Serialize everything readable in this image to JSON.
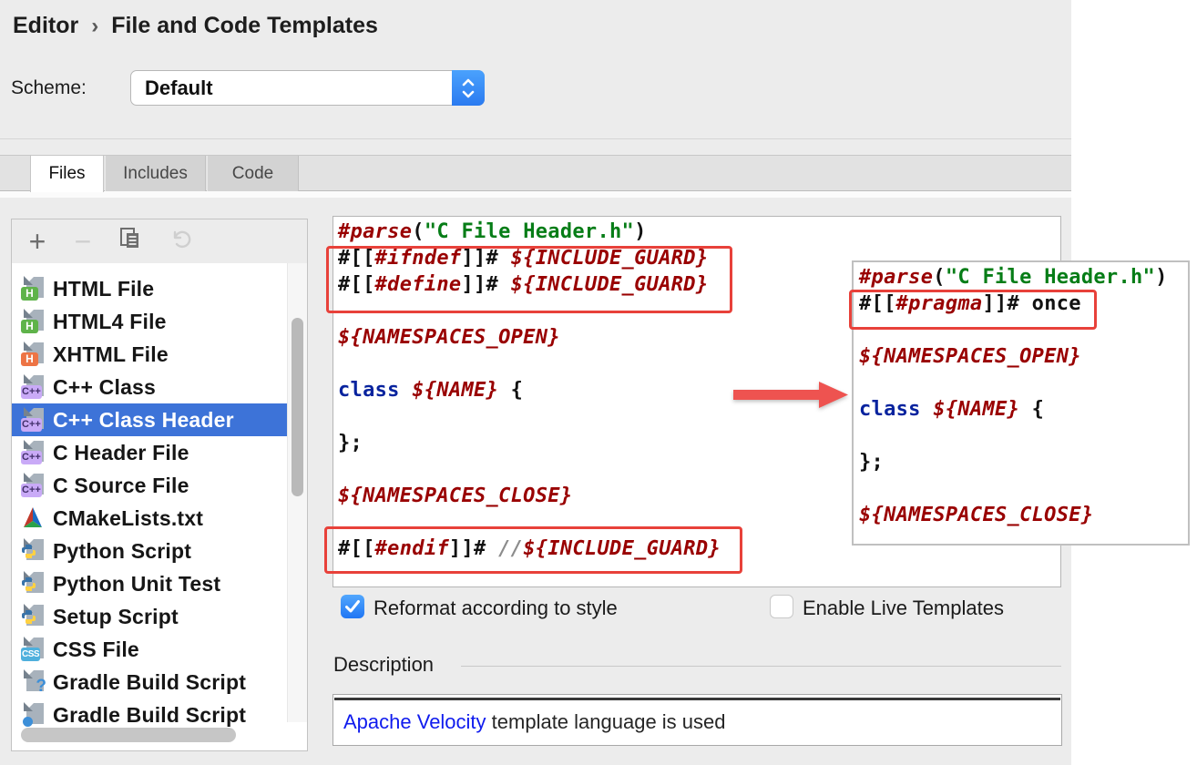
{
  "header": {
    "breadcrumb": [
      "Editor",
      "File and Code Templates"
    ],
    "separator": "›"
  },
  "scheme": {
    "label": "Scheme:",
    "value": "Default"
  },
  "tabs": [
    {
      "label": "Files",
      "active": true
    },
    {
      "label": "Includes",
      "active": false
    },
    {
      "label": "Code",
      "active": false
    }
  ],
  "toolbar": {
    "add_glyph": "+",
    "remove_glyph": "−"
  },
  "sidebar": {
    "items": [
      {
        "label": "HTML File",
        "icon": "html",
        "badge": "H",
        "selected": false
      },
      {
        "label": "HTML4 File",
        "icon": "html",
        "badge": "H",
        "selected": false
      },
      {
        "label": "XHTML File",
        "icon": "xhtml",
        "badge": "H",
        "selected": false
      },
      {
        "label": "C++ Class",
        "icon": "cpp",
        "badge": "C++",
        "selected": false
      },
      {
        "label": "C++ Class Header",
        "icon": "cpp",
        "badge": "C++",
        "selected": true
      },
      {
        "label": "C Header File",
        "icon": "cpp",
        "badge": "C++",
        "selected": false
      },
      {
        "label": "C Source File",
        "icon": "cpp",
        "badge": "C++",
        "selected": false
      },
      {
        "label": "CMakeLists.txt",
        "icon": "cmake",
        "badge": "",
        "selected": false
      },
      {
        "label": "Python Script",
        "icon": "python",
        "badge": "",
        "selected": false
      },
      {
        "label": "Python Unit Test",
        "icon": "python",
        "badge": "",
        "selected": false
      },
      {
        "label": "Setup Script",
        "icon": "python",
        "badge": "",
        "selected": false
      },
      {
        "label": "CSS File",
        "icon": "css",
        "badge": "CSS",
        "selected": false
      },
      {
        "label": "Gradle Build Script",
        "icon": "gradle-q",
        "badge": "?",
        "selected": false
      },
      {
        "label": "Gradle Build Script",
        "icon": "gradle-o",
        "badge": "",
        "selected": false
      }
    ]
  },
  "editor": {
    "lines": [
      [
        [
          "dir",
          "#parse"
        ],
        [
          "pl",
          "("
        ],
        [
          "str",
          "\"C File Header.h\""
        ],
        [
          "pl",
          ")"
        ]
      ],
      [
        [
          "pl",
          "#[["
        ],
        [
          "dir",
          "#ifndef"
        ],
        [
          "pl",
          "]]# "
        ],
        [
          "var",
          "${INCLUDE_GUARD}"
        ]
      ],
      [
        [
          "pl",
          "#[["
        ],
        [
          "dir",
          "#define"
        ],
        [
          "pl",
          "]]# "
        ],
        [
          "var",
          "${INCLUDE_GUARD}"
        ]
      ],
      [],
      [
        [
          "var",
          "${NAMESPACES_OPEN}"
        ]
      ],
      [],
      [
        [
          "kw",
          "class"
        ],
        [
          "pl",
          " "
        ],
        [
          "var",
          "${NAME}"
        ],
        [
          "pl",
          " {"
        ]
      ],
      [],
      [
        [
          "pl",
          "};"
        ]
      ],
      [],
      [
        [
          "var",
          "${NAMESPACES_CLOSE}"
        ]
      ],
      [],
      [
        [
          "pl",
          "#[["
        ],
        [
          "dir",
          "#endif"
        ],
        [
          "pl",
          "]]# "
        ],
        [
          "com",
          "//"
        ],
        [
          "var",
          "${INCLUDE_GUARD}"
        ]
      ]
    ]
  },
  "preview": {
    "lines": [
      [
        [
          "dir",
          "#parse"
        ],
        [
          "pl",
          "("
        ],
        [
          "str",
          "\"C File Header.h\""
        ],
        [
          "pl",
          ")"
        ]
      ],
      [
        [
          "pl",
          "#[["
        ],
        [
          "dir",
          "#pragma"
        ],
        [
          "pl",
          "]]# once"
        ]
      ],
      [],
      [
        [
          "var",
          "${NAMESPACES_OPEN}"
        ]
      ],
      [],
      [
        [
          "kw",
          "class"
        ],
        [
          "pl",
          " "
        ],
        [
          "var",
          "${NAME}"
        ],
        [
          "pl",
          " {"
        ]
      ],
      [],
      [
        [
          "pl",
          "};"
        ]
      ],
      [],
      [
        [
          "var",
          "${NAMESPACES_CLOSE}"
        ]
      ]
    ]
  },
  "options": [
    {
      "label": "Reformat according to style",
      "checked": true
    },
    {
      "label": "Enable Live Templates",
      "checked": false
    }
  ],
  "description": {
    "label": "Description",
    "link_text": "Apache Velocity",
    "rest_text": " template language is used"
  },
  "colors": {
    "background": "#ececec",
    "selection_blue": "#3d73d8",
    "checkbox_blue": "#3b99fc",
    "annotation_red": "#e8413a",
    "link_blue": "#0f1bee",
    "code_directive": "#990000",
    "code_string": "#067d17",
    "code_keyword": "#08239e",
    "code_comment": "#8c8c8c"
  }
}
